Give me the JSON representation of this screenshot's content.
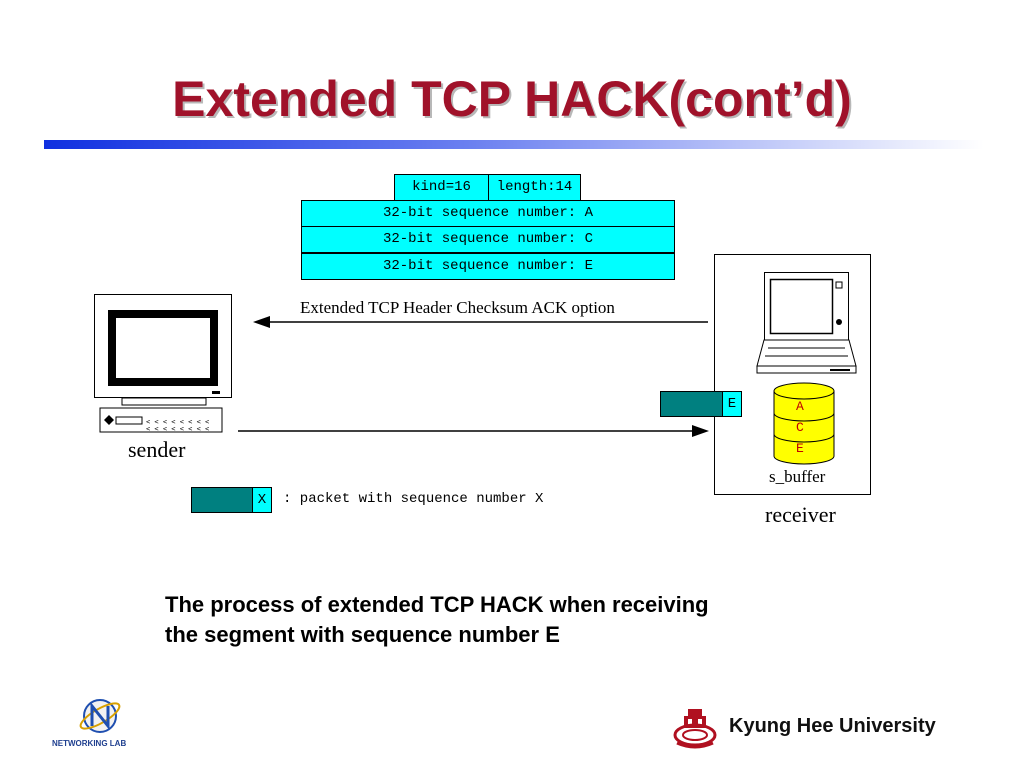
{
  "slide": {
    "title": "Extended TCP HACK(cont’d)"
  },
  "option_header": {
    "kind": "kind=16",
    "length": "length:14",
    "rows": [
      "32-bit sequence number: A",
      "32-bit sequence number: C",
      "32-bit sequence number: E"
    ]
  },
  "diagram": {
    "arrow_label": "Extended TCP Header Checksum ACK option",
    "sender_label": "sender",
    "receiver_label": "receiver",
    "buffer_label": "s_buffer",
    "buffer_items": [
      "A",
      "C",
      "E"
    ],
    "incoming_packet": "E",
    "legend_packet": "X",
    "legend_text": ": packet with sequence number X"
  },
  "caption": {
    "line1": "The process of extended TCP HACK when receiving",
    "line2": "the segment with sequence number E"
  },
  "footer": {
    "lab_logo_text": "NETWORKING LAB",
    "university_name": "Kyung Hee University"
  },
  "colors": {
    "title": "#a0122a",
    "option_fill": "#00ffff",
    "packet_fill": "#008080",
    "buffer_fill": "#ffff00",
    "rule_start": "#1030e0"
  }
}
